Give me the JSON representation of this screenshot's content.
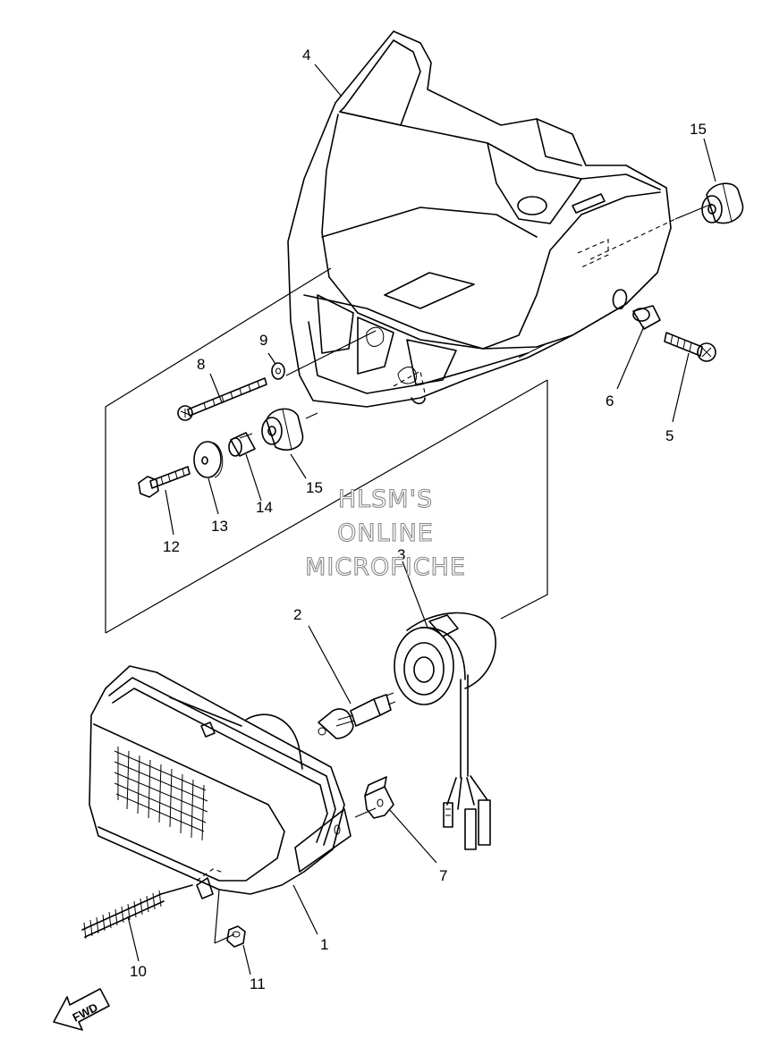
{
  "watermark": {
    "line1": "HLSM'S",
    "line2": "ONLINE",
    "line3": "MICROFICHE"
  },
  "direction_label": "FWD",
  "callouts": {
    "c1": "1",
    "c2": "2",
    "c3": "3",
    "c4": "4",
    "c5": "5",
    "c6": "6",
    "c7": "7",
    "c8": "8",
    "c9": "9",
    "c10": "10",
    "c11": "11",
    "c12": "12",
    "c13": "13",
    "c14": "14",
    "c15a": "15",
    "c15b": "15"
  }
}
